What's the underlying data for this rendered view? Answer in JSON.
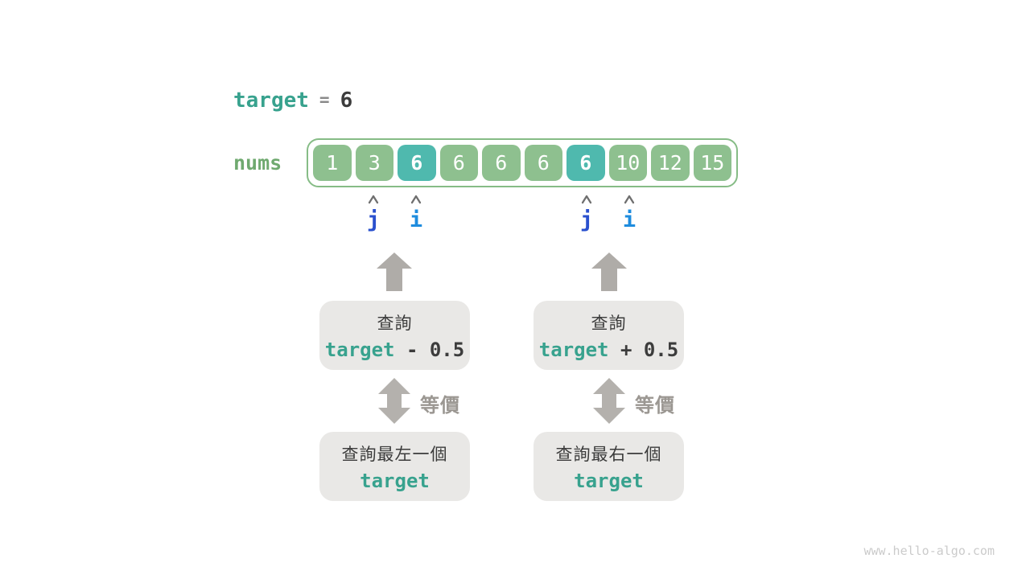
{
  "colors": {
    "teal_text": "#38a28e",
    "green_cell": "#8ec08f",
    "teal_highlight_cell": "#4fb9ae",
    "array_border_green": "#86bc86",
    "nums_label_green": "#6fa96f",
    "pointer_j_blue": "#2a50ce",
    "pointer_i_blue": "#1e8cde",
    "block_arrow_gray": "#afaca8",
    "box_background": "#e9e8e6",
    "dark_text": "#3c3c3c",
    "equiv_label_gray": "#9b9792",
    "watermark_gray": "#cbcbcb"
  },
  "title": {
    "variable": "target",
    "operator": "=",
    "value": "6"
  },
  "array": {
    "label": "nums",
    "cells": [
      {
        "value": "1",
        "highlight": false
      },
      {
        "value": "3",
        "highlight": false
      },
      {
        "value": "6",
        "highlight": true
      },
      {
        "value": "6",
        "highlight": false
      },
      {
        "value": "6",
        "highlight": false
      },
      {
        "value": "6",
        "highlight": false
      },
      {
        "value": "6",
        "highlight": true
      },
      {
        "value": "10",
        "highlight": false
      },
      {
        "value": "12",
        "highlight": false
      },
      {
        "value": "15",
        "highlight": false
      }
    ]
  },
  "pointers": [
    {
      "label": "j"
    },
    {
      "label": "i"
    },
    {
      "label": "j"
    },
    {
      "label": "i"
    }
  ],
  "columns": [
    {
      "query_prefix": "查詢",
      "query_var": "target",
      "query_suffix": " - 0.5",
      "equiv_label": "等價",
      "result_prefix": "查詢最左一個",
      "result_var": "target"
    },
    {
      "query_prefix": "查詢",
      "query_var": "target",
      "query_suffix": " + 0.5",
      "equiv_label": "等價",
      "result_prefix": "查詢最右一個",
      "result_var": "target"
    }
  ],
  "watermark": "www.hello-algo.com"
}
